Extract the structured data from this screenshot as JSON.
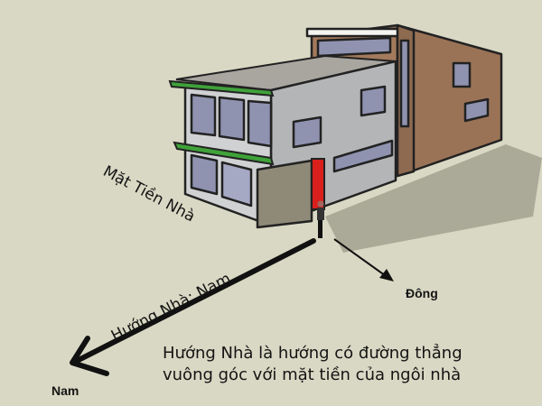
{
  "labels": {
    "facade": "Mặt Tiền Nhà",
    "house_direction": "Hướng Nhà: Nam",
    "east": "Đông",
    "south": "Nam"
  },
  "caption": {
    "line1": "Hướng Nhà là hướng có đường thẳng",
    "line2": "vuông góc với mặt tiền của ngôi nhà"
  },
  "colors": {
    "background": "#d9d8c4",
    "wall_gray": "#b4b5b7",
    "brick": "#9a7357",
    "window": "#8f93b0",
    "green_ledge": "#3fa23a",
    "door_red": "#d9201c",
    "shadow": "#8f8f80"
  }
}
